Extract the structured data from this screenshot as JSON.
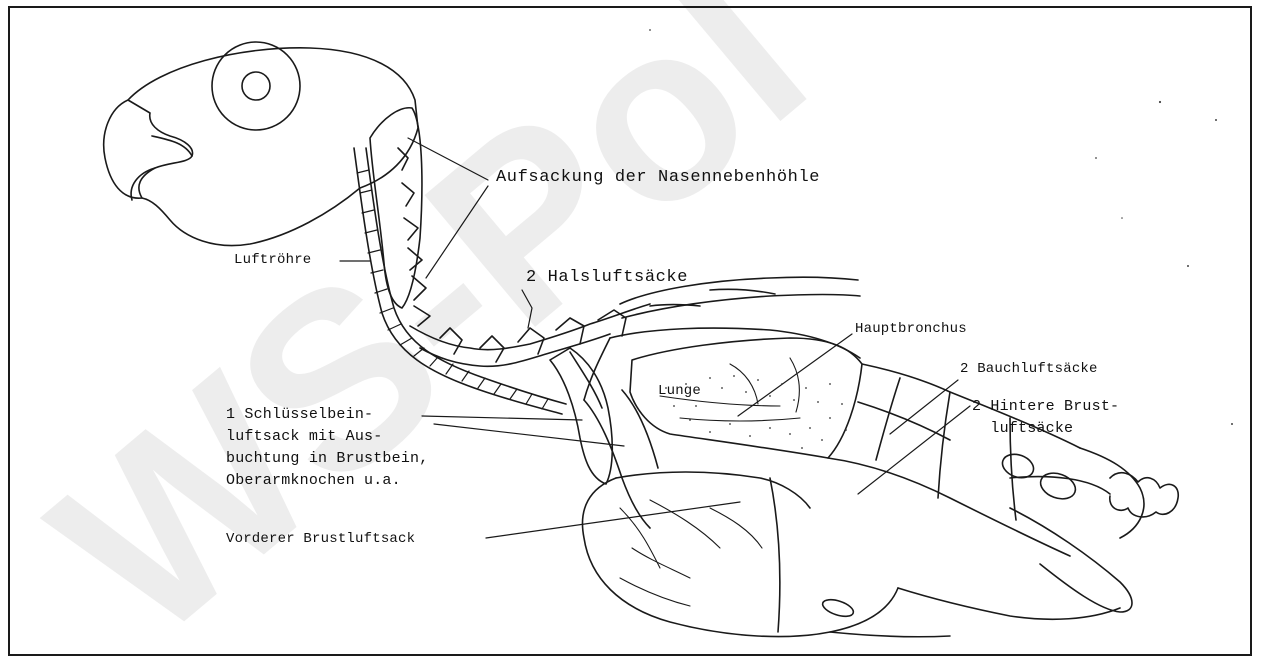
{
  "diagram": {
    "labels": {
      "nasal_sinus": "Aufsackung der Nasennebenhöhle",
      "trachea": "Luftröhre",
      "neck_air_sacs": "2 Halsluftsäcke",
      "main_bronchus": "Hauptbronchus",
      "lung": "Lunge",
      "abdominal_air_sacs": "2 Bauchluftsäcke",
      "posterior_thoracic_air_sacs": "2 Hintere Brust-\n  luftsäcke",
      "clavicular_air_sac": "1 Schlüsselbein-\nluftsack mit Aus-\nbuchtung in Brustbein,\nOberarmknochen u.a.",
      "anterior_thoracic_air_sac": "Vorderer Brustluftsack"
    },
    "watermark": "WS-Pol"
  },
  "colors": {
    "line": "#1a1a1a",
    "background": "#ffffff",
    "watermark": "#000000"
  }
}
